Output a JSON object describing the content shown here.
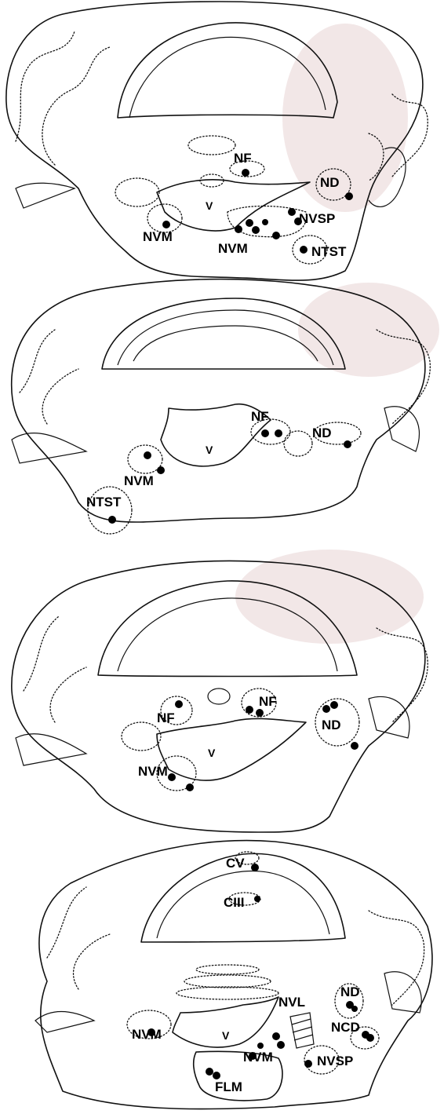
{
  "sections": [
    {
      "id": "section-1",
      "labels": {
        "nf": "NF",
        "nd": "ND",
        "v": "V",
        "nvm_left": "NVM",
        "nvm_right": "NVM",
        "nvsp": "NVSP",
        "ntst": "NTST"
      }
    },
    {
      "id": "section-2",
      "labels": {
        "nf": "NF",
        "nd": "ND",
        "v": "V",
        "nvm": "NVM",
        "ntst": "NTST"
      }
    },
    {
      "id": "section-3",
      "labels": {
        "nf_left": "NF",
        "nf_right": "NF",
        "nd": "ND",
        "v": "V",
        "nvm": "NVM"
      }
    },
    {
      "id": "section-4",
      "labels": {
        "cv": "CV",
        "ciii": "CIII",
        "nd": "ND",
        "nvl": "NVL",
        "ncd": "NCD",
        "nvm_left": "NVM",
        "nvm_right": "NVM",
        "nvsp": "NVSP",
        "v": "V",
        "flm": "FLM"
      }
    }
  ]
}
